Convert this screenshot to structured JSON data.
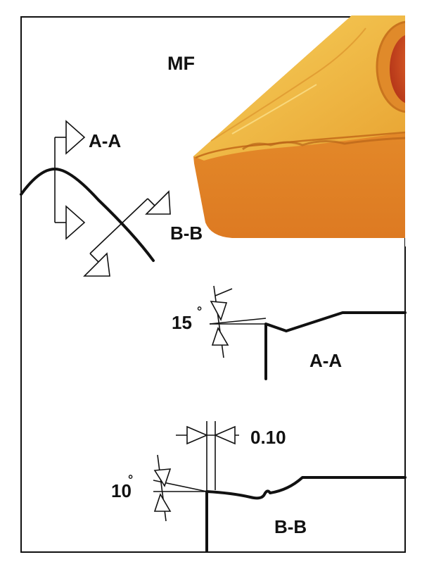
{
  "labels": {
    "grade": "MF",
    "section_a_marker": "A-A",
    "section_b_marker": "B-B",
    "section_a_title": "A-A",
    "section_b_title": "B-B",
    "angle_a": "15",
    "angle_b": "10",
    "land_width": "0.10",
    "degree_symbol": "°"
  },
  "colors": {
    "insert_light": "#f4c24a",
    "insert_mid": "#e9962a",
    "insert_dark": "#d9751e",
    "insert_hole": "#c8461a",
    "line": "#111111"
  }
}
